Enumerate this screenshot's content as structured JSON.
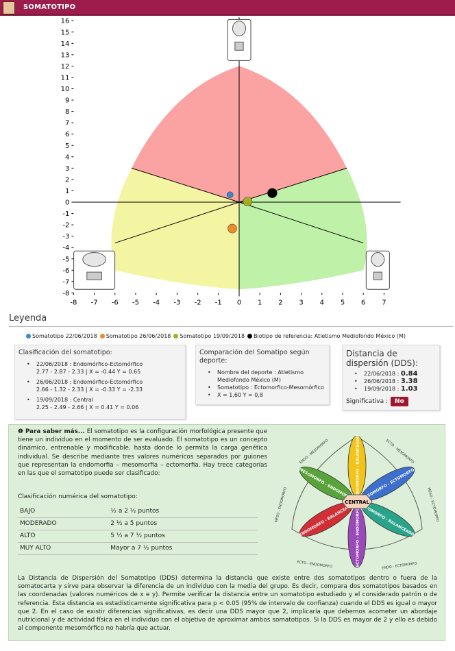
{
  "header": {
    "title": "SOMATOTIPO",
    "logo": "crest-logo-icon"
  },
  "chart_data": {
    "type": "scatter",
    "x_ticks": [
      -8,
      -7,
      -6,
      -5,
      -4,
      -3,
      -2,
      -1,
      0,
      1,
      2,
      3,
      4,
      5,
      6,
      7
    ],
    "y_ticks": [
      16,
      15,
      14,
      13,
      12,
      11,
      10,
      9,
      8,
      7,
      6,
      5,
      4,
      3,
      2,
      1,
      0,
      -1,
      -2,
      -3,
      -4,
      -5,
      -6,
      -7,
      -8
    ],
    "xlim": [
      -8,
      7.5
    ],
    "ylim": [
      -8,
      16
    ],
    "regions": [
      {
        "name": "mesomorph",
        "color": "#fba3a3"
      },
      {
        "name": "endomorph",
        "color": "#f4f5a2"
      },
      {
        "name": "ectomorph",
        "color": "#bff1a8"
      }
    ],
    "points": [
      {
        "label": "Somatotipo 22/06/2018",
        "x": -0.44,
        "y": 0.65,
        "color": "#3a87d4"
      },
      {
        "label": "Somatotipo 26/06/2018",
        "x": -0.33,
        "y": -2.33,
        "color": "#f08b2c"
      },
      {
        "label": "Somatotipo 19/09/2018",
        "x": 0.41,
        "y": 0.06,
        "color": "#a6ad1f"
      },
      {
        "label": "Biotipo de referencia: Atletismo Mediofondo México (M)",
        "x": 1.6,
        "y": 0.8,
        "color": "#000000"
      }
    ]
  },
  "legend": {
    "title": "Leyenda"
  },
  "classification": {
    "title": "Clasificación del somatotipo:",
    "items": [
      {
        "line1": "22/06/2018 : Endomórfico-Ectomórfico",
        "line2": "2.77 - 2.87 - 2.33 | X = -0.44 Y = 0.65"
      },
      {
        "line1": "26/06/2018 : Endomórfico-Ectomórfico",
        "line2": "2.66 - 1.32 - 2.33 | X = -0.33 Y = -2.33"
      },
      {
        "line1": "19/09/2018 : Central",
        "line2": "2.25 - 2.49 - 2.66 | X = 0.41 Y = 0.06"
      }
    ]
  },
  "comparison": {
    "title": "Comparación del Somatipo según deporte:",
    "sport_line1": "Nombre del deporte : Atletismo",
    "sport_line2": "Mediofondo México (M)",
    "somatotype": "Somatotipo : Ectomorfico-Mesomórfico",
    "xy": "X = 1,60 Y = 0,8"
  },
  "dds": {
    "title": "Distancia de dispersión (DDS):",
    "items": [
      {
        "date": "22/06/2018 :",
        "value": "0.84"
      },
      {
        "date": "26/06/2018 :",
        "value": "3.38"
      },
      {
        "date": "19/09/2018 :",
        "value": "1.03"
      }
    ],
    "sig_label": "Significativa :",
    "sig_value": "No"
  },
  "info": {
    "lead": "Para saber más...",
    "p1": "El somatotipo es la configuración morfológica presente que tiene un individuo en el momento de ser evaluado. El somatotipo es un concepto dinámico, entrenable y modificable, hasta donde lo permita la carga genética individual. Se describe mediante tres valores numéricos separados por guiones que representan la endomorfia – mesomorfia – ectomorfia. Hay trece categorías en las que el somatotipo puede ser clasificado:",
    "cls_title": "Clasificación numérica del somatotipo:",
    "rows": [
      {
        "cat": "BAJO",
        "range": "½ a 2 ½ puntos"
      },
      {
        "cat": "MODERADO",
        "range": "2 ½ a 5 puntos"
      },
      {
        "cat": "ALTO",
        "range": "5 ½ a 7 ½ puntos"
      },
      {
        "cat": "MUY ALTO",
        "range": "Mayor a 7 ½ puntos"
      }
    ],
    "p2": "La Distancia de Dispersión del Somatotipo (DDS) determina la distancia que existe entre dos somatotipos dentro o fuera de la somatocarta y sirve para observar la diferencia de un individuo con la media del grupo. Es decir, compara dos somatotipos basados en las coordenadas (valores numéricos de x e y). Permite verificar la distancia entre un somatotipo estudiado y el considerado patrón o de referencia. Esta distancia es estadísticamente significativa para p < 0.05 (95% de intervalo de confianza) cuando el DDS es igual o mayor que 2. En el caso de existir diferencias significativas, es decir una DDS mayor que 2, implicaría que debemos acometer un abordaje nutricional y de actividad física en el individuo con el objetivo de aproximar ambos somatotipos. Si la DDS es mayor de 2 y ello es debido al componente mesomórfico no habría que actuar."
  },
  "diagram": {
    "center": "CENTRAL",
    "petals": [
      {
        "label": "MESOMORFO - BALANCEADO",
        "color": "#f2c41a"
      },
      {
        "label": "MESOMORFO - ECTOMORFO",
        "color": "#3d6fcc"
      },
      {
        "label": "ECTOMORFO - BALANCEADO",
        "color": "#2aa38b"
      },
      {
        "label": "ECTOMORFO - ENDOMORFO",
        "color": "#9a49b8"
      },
      {
        "label": "ENDOMORFO - BALANCEADO",
        "color": "#d22e36"
      },
      {
        "label": "MESOMORFO - ENDOMORFO",
        "color": "#5aa33a"
      }
    ],
    "arc_labels": [
      "ENDO - MESOMORFO",
      "ECTO - MESOMORFO",
      "MESO - ECTOMORFO",
      "ENDO - ECTOMORFO",
      "ECTO - ENDOMORFO",
      "MESO - ENDOMORFO"
    ]
  }
}
